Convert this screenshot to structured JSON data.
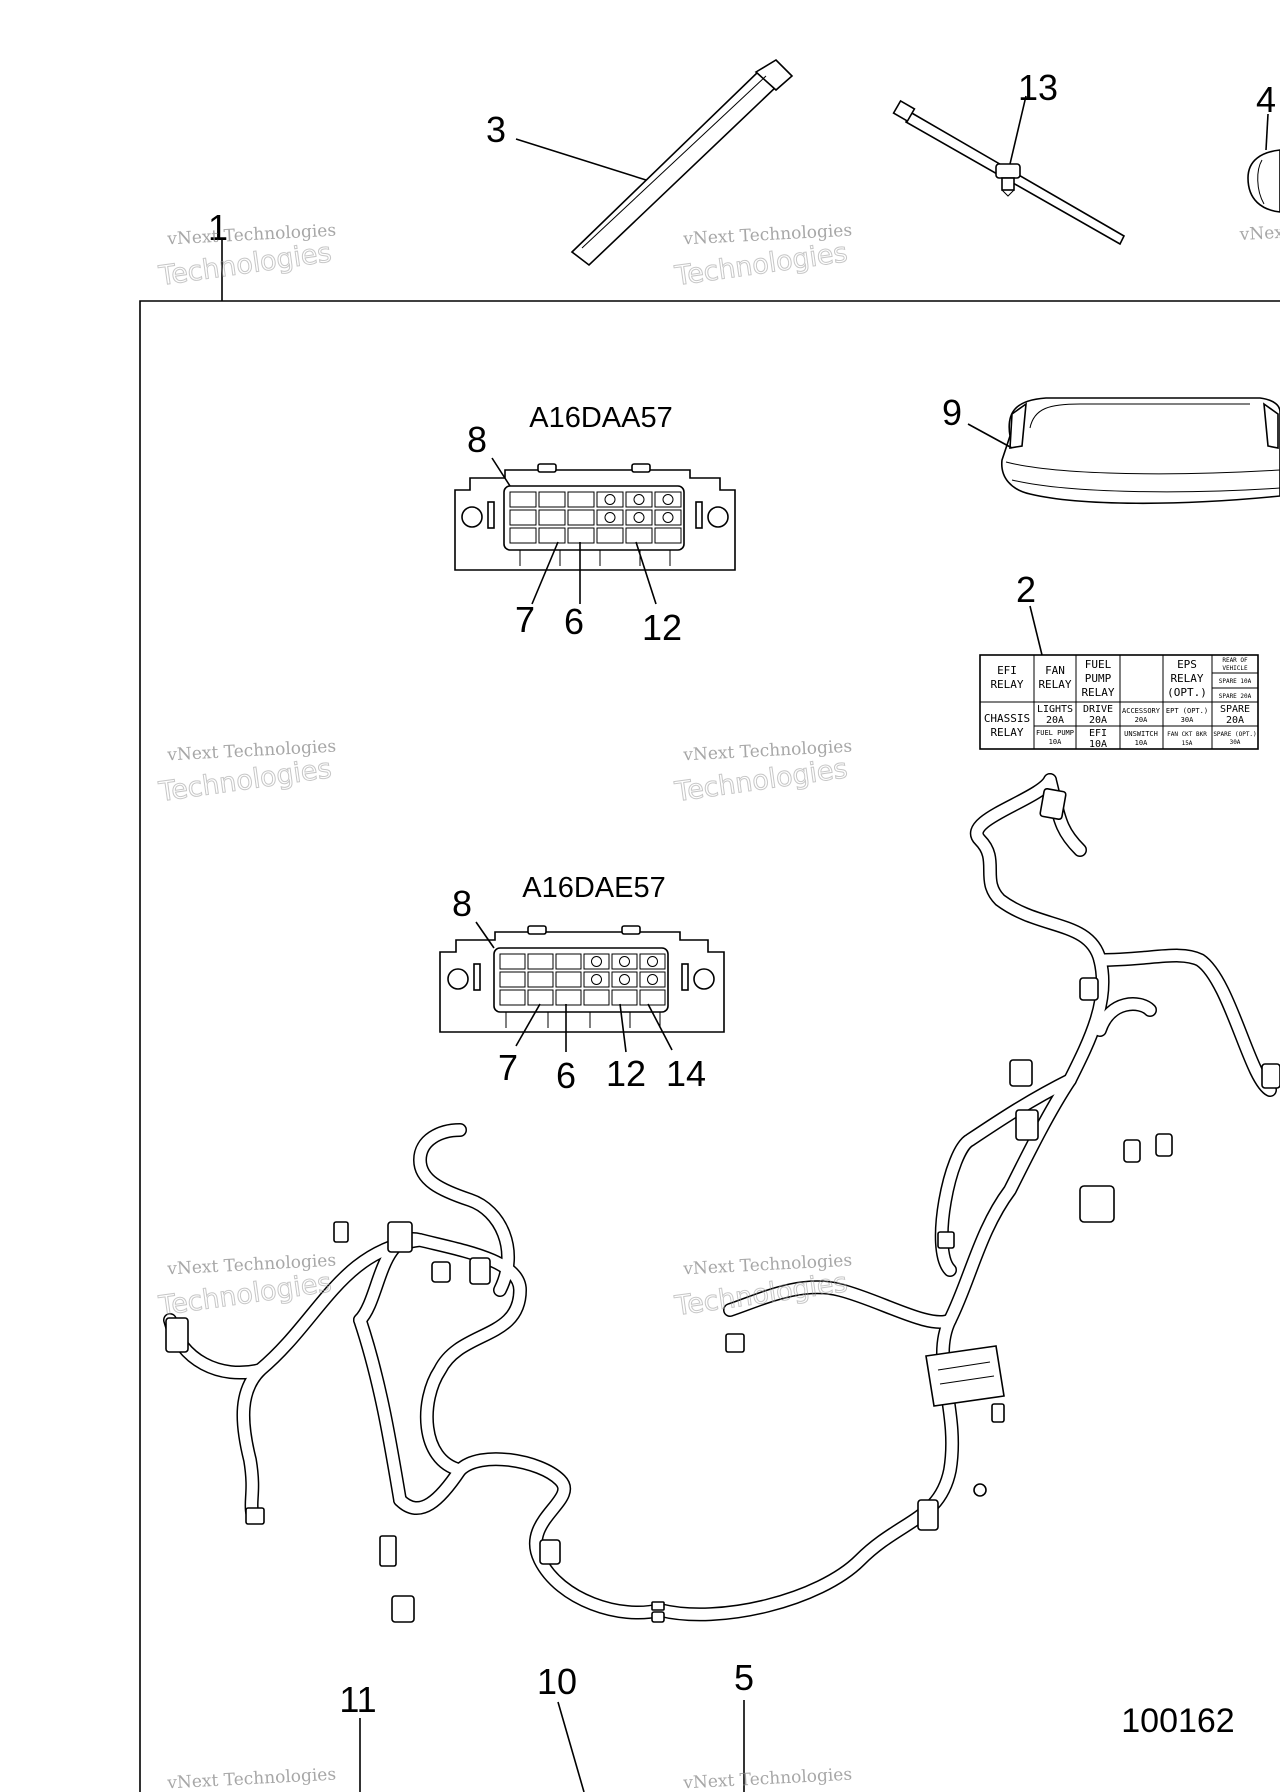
{
  "callouts": {
    "c1": "1",
    "c2": "2",
    "c3": "3",
    "c4": "4",
    "c5": "5",
    "c6a": "6",
    "c6b": "6",
    "c7a": "7",
    "c7b": "7",
    "c8a": "8",
    "c8b": "8",
    "c9": "9",
    "c10": "10",
    "c11": "11",
    "c12a": "12",
    "c12b": "12",
    "c13": "13",
    "c14": "14"
  },
  "connectors": {
    "top_label": "A16DAA57",
    "bottom_label": "A16DAE57"
  },
  "fuse_label": {
    "r1c1": [
      "EFI",
      "RELAY"
    ],
    "r1c2": [
      "FAN",
      "RELAY"
    ],
    "r1c3": [
      "FUEL",
      "PUMP",
      "RELAY"
    ],
    "r1c5": [
      "EPS",
      "RELAY",
      "(OPT.)"
    ],
    "r1c6a": [
      "REAR OF",
      "VEHICLE"
    ],
    "r1c6b": "SPARE 10A",
    "r1c6c": "SPARE 20A",
    "r2c1": [
      "CHASSIS",
      "RELAY"
    ],
    "r2c2a": [
      "LIGHTS",
      "20A"
    ],
    "r2c2b": [
      "FUEL PUMP",
      "10A"
    ],
    "r2c3a": [
      "DRIVE",
      "20A"
    ],
    "r2c3b": [
      "EFI",
      "10A"
    ],
    "r2c4a": [
      "ACCESSORY",
      "20A"
    ],
    "r2c4b": [
      "UNSWITCH",
      "10A"
    ],
    "r2c5a": [
      "EPT (OPT.)",
      "30A"
    ],
    "r2c5b": [
      "FAN CKT BKR",
      "15A"
    ],
    "r2c6a": [
      "SPARE",
      "20A"
    ],
    "r2c6b": [
      "SPARE (OPT.)",
      "30A"
    ]
  },
  "reference_number": "100162",
  "watermark": {
    "line1": "vNext Technologies",
    "line2": "Technologies"
  }
}
